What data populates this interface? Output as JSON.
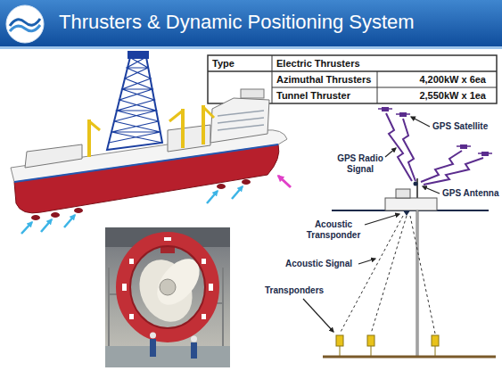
{
  "diagram": {
    "title": "Thrusters & Dynamic Positioning System",
    "labels": [
      "Type",
      "Electric Thrusters",
      "Azimuthal Thrusters",
      "4,200kW x 6ea",
      "Tunnel Thruster",
      "2,550kW x 1ea",
      "GPS Satellite",
      "GPS Radio Signal",
      "GPS Antenna",
      "Acoustic Transponder",
      "Acoustic Signal",
      "Transponders"
    ]
  }
}
